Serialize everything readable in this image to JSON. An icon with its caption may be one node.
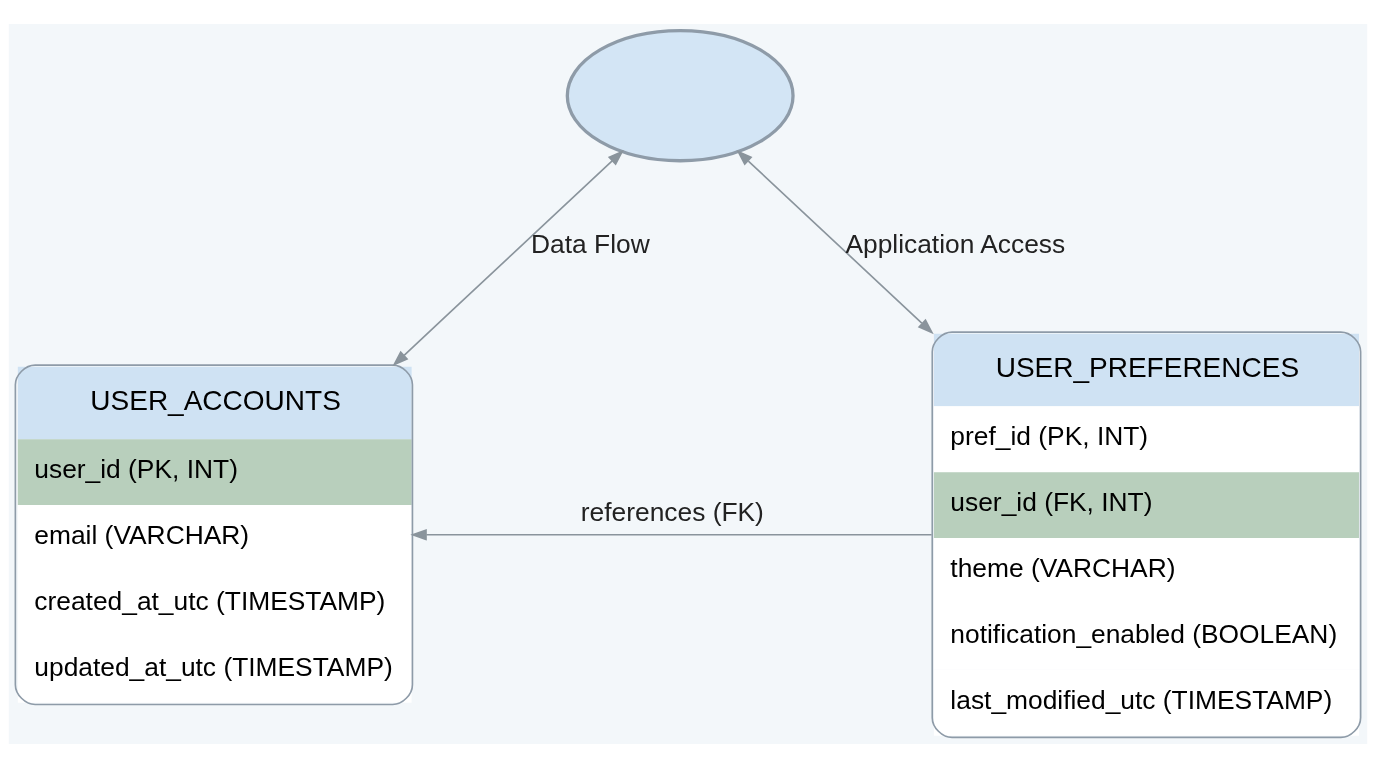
{
  "diagram": {
    "nodes": [
      {
        "text": [],
        "shape": "cloud"
      },
      {
        "text": [
          "USER_ACCOUNTS",
          "user_id (PK, INT)",
          "email (VARCHAR)",
          "created_at_utc (TIMESTAMP)",
          "updated_at_utc (TIMESTAMP)"
        ]
      },
      {
        "text": [
          "USER_PREFERENCES",
          "pref_id (PK, INT)",
          "user_id (FK, INT)",
          "theme (VARCHAR)",
          "notification_enabled (BOOLEAN)",
          "last_modified_utc (TIMESTAMP)"
        ]
      }
    ],
    "edges": [
      {
        "from": 0,
        "to": 1,
        "arrow": "both",
        "label": "Data Flow"
      },
      {
        "from": 0,
        "to": 2,
        "arrow": "both",
        "label": "Application Access"
      },
      {
        "from": 2,
        "to": 1,
        "arrow": "to",
        "label": "references (FK)"
      }
    ]
  }
}
